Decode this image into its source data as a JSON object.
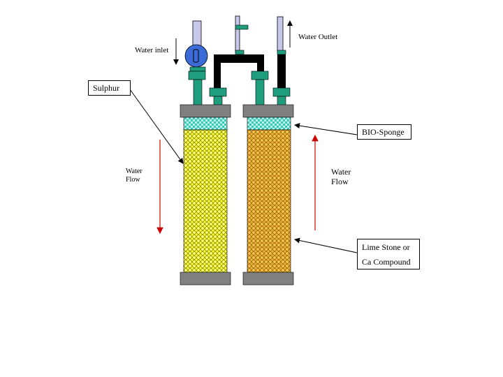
{
  "labels": {
    "water_inlet": "Water inlet",
    "water_outlet": "Water Outlet",
    "sulphur": "Sulphur",
    "bio_sponge": "BIO-Sponge",
    "left_flow_line1": "Water",
    "left_flow_line2": "Flow",
    "right_flow_line1": "Water",
    "right_flow_line2": "Flow",
    "limestone_line1": "Lime Stone or",
    "limestone_line2": "Ca Compound"
  },
  "colors": {
    "cap": "#808080",
    "pipe": "#1f9e7e",
    "pipe_dark": "#000000",
    "pump": "#3a6bd6",
    "sponge": "#36c9b6",
    "sulphur_fill": "#ffff33",
    "limestone_fill": "#f2b035",
    "flow_arrow": "#cc0000",
    "tube": "#c8c8ec"
  },
  "icons": [
    "pump-icon",
    "down-arrow-icon",
    "up-arrow-icon"
  ]
}
